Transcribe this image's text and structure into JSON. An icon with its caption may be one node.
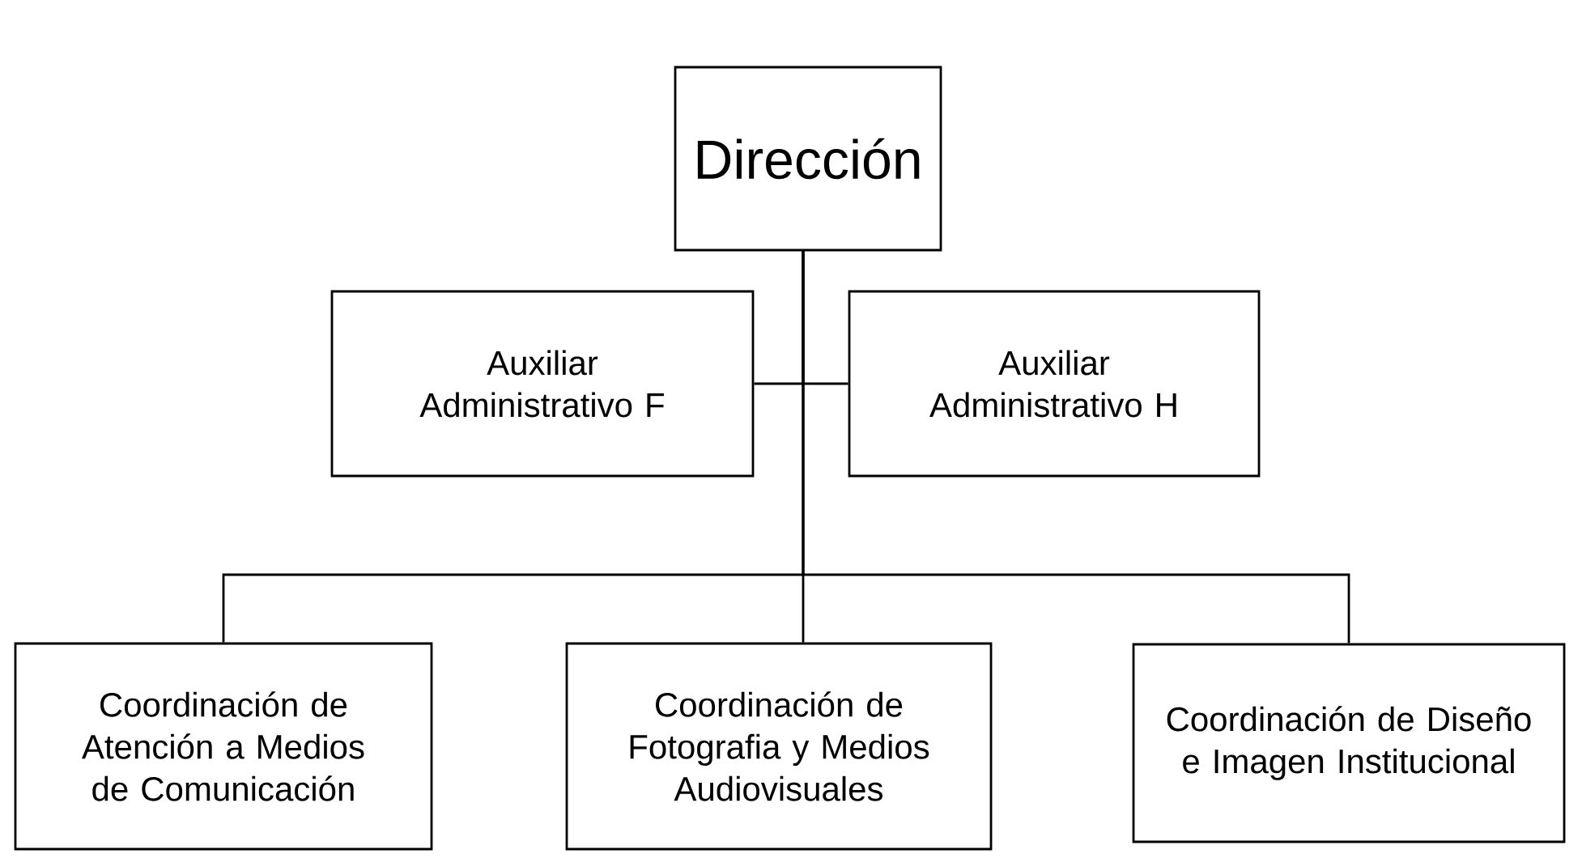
{
  "diagram": {
    "nodes": [
      {
        "text": [
          "Dirección"
        ]
      },
      {
        "text": [
          "Auxiliar Administrativo F"
        ]
      },
      {
        "text": [
          "Auxiliar Administrativo H"
        ]
      },
      {
        "text": [
          "Coordinación de Atención a Medios de Comunicación"
        ]
      },
      {
        "text": [
          "Coordinación de Fotografia y Medios Audiovisuales"
        ]
      },
      {
        "text": [
          "Coordinación de Diseño e Imagen Institucional"
        ]
      }
    ],
    "edges": [
      {
        "from": 0,
        "to": 1,
        "arrow": "none"
      },
      {
        "from": 0,
        "to": 2,
        "arrow": "none"
      },
      {
        "from": 0,
        "to": 3,
        "arrow": "none"
      },
      {
        "from": 0,
        "to": 4,
        "arrow": "none"
      },
      {
        "from": 0,
        "to": 5,
        "arrow": "none"
      }
    ]
  }
}
